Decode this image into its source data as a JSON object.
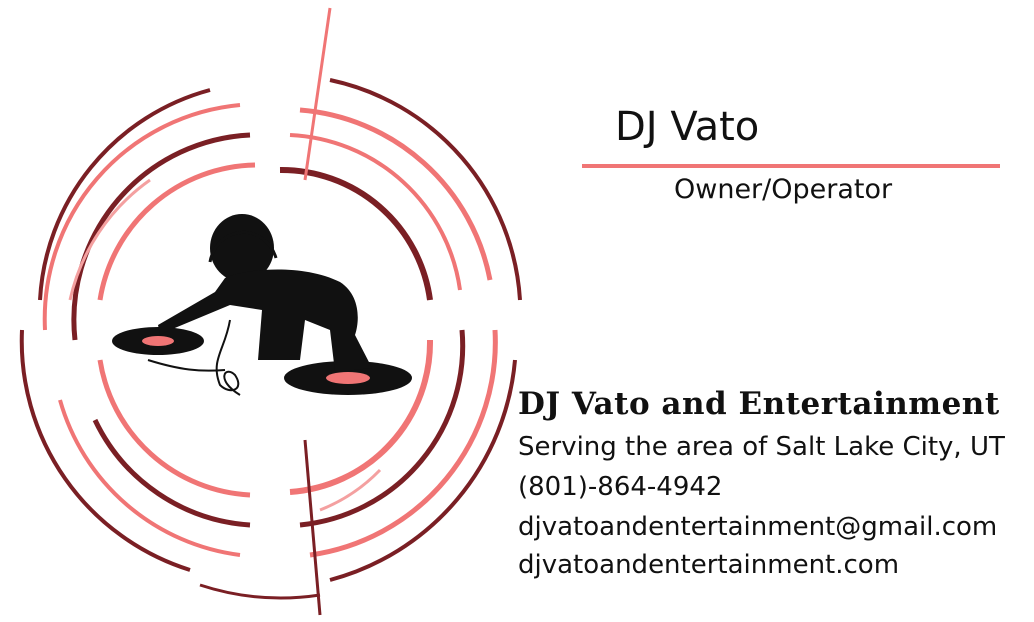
{
  "card": {
    "name": "DJ Vato",
    "role": "Owner/Operator",
    "company": "DJ Vato and Entertainment",
    "area": "Serving the area of Salt Lake City, UT",
    "phone": "(801)-864-4942",
    "email": "djvatoandentertainment@gmail.com",
    "website": "djvatoandentertainment.com"
  },
  "colors": {
    "salmon": "#f07575",
    "maroon": "#7a1f24",
    "pink_light": "#f4a0a0",
    "silhouette": "#111111",
    "rule": "#f07575"
  },
  "icons": {
    "logo": "dj-turntables-circle-logo"
  }
}
